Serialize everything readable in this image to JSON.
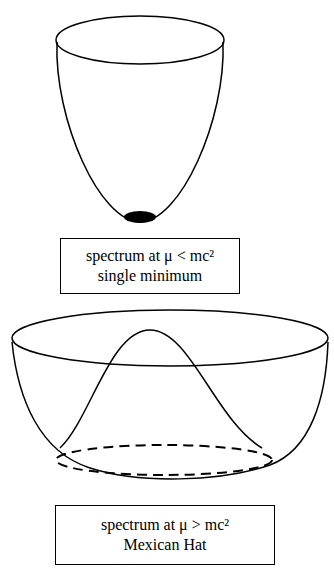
{
  "diagram": {
    "nodes": [
      {
        "text": [
          "spectrum at μ < mc²",
          "single minimum"
        ]
      },
      {
        "text": [
          "spectrum at μ > mc²",
          "Mexican Hat"
        ]
      }
    ]
  }
}
